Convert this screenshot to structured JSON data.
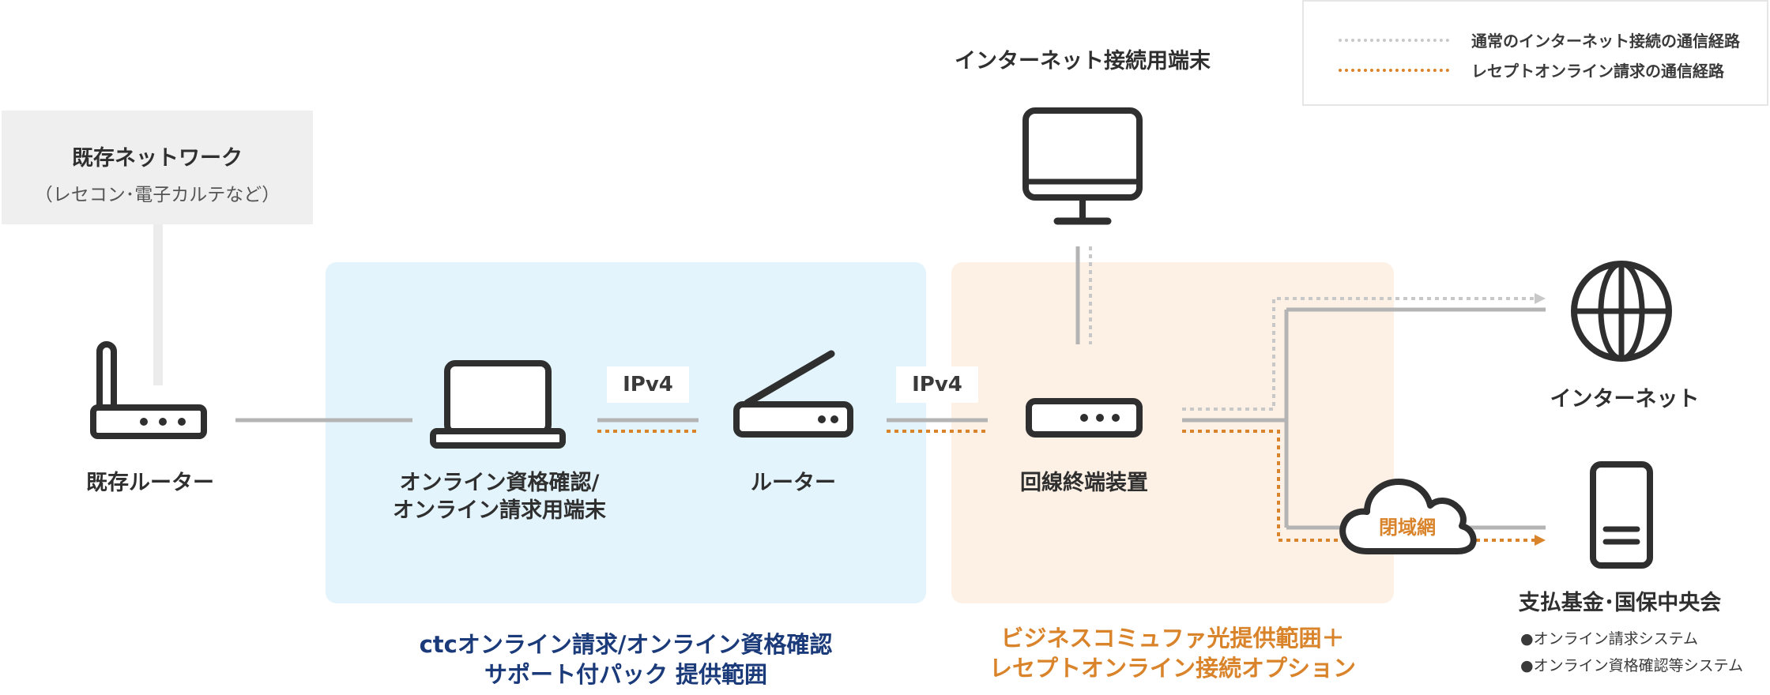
{
  "legend": {
    "internet_route": "通常のインターネット接続の通信経路",
    "receipt_route": "レセプトオンライン請求の通信経路"
  },
  "existing_network": {
    "title": "既存ネットワーク",
    "subtitle": "（レセコン･電子カルテなど）"
  },
  "nodes": {
    "existing_router": "既存ルーター",
    "terminal_line1": "オンライン資格確認/",
    "terminal_line2": "オンライン請求用端末",
    "router": "ルーター",
    "internet_terminal": "インターネット接続用端末",
    "ont": "回線終端装置",
    "internet": "インターネット",
    "closed_network": "閉域網",
    "fund": "支払基金･国保中央会"
  },
  "ipv4_labels": [
    "IPv4",
    "IPv4"
  ],
  "fund_bullets": [
    "●オンライン請求システム",
    "●オンライン資格確認等システム"
  ],
  "zones": {
    "ctc_line1": "ctcオンライン請求/オンライン資格確認",
    "ctc_line2": "サポート付パック 提供範囲",
    "biz_line1": "ビジネスコミュファ光提供範囲＋",
    "biz_line2": "レセプトオンライン接続オプション"
  },
  "colors": {
    "blue_zone": "#e4f4fc",
    "orange_zone": "#fdf0e4",
    "internet_route": "#c8c8c8",
    "receipt_route": "#d9832a",
    "ctc_caption": "#1b3a7a",
    "biz_caption": "#d9832a",
    "solid_line": "#b4b4b4",
    "icon": "#2f2f2f"
  }
}
